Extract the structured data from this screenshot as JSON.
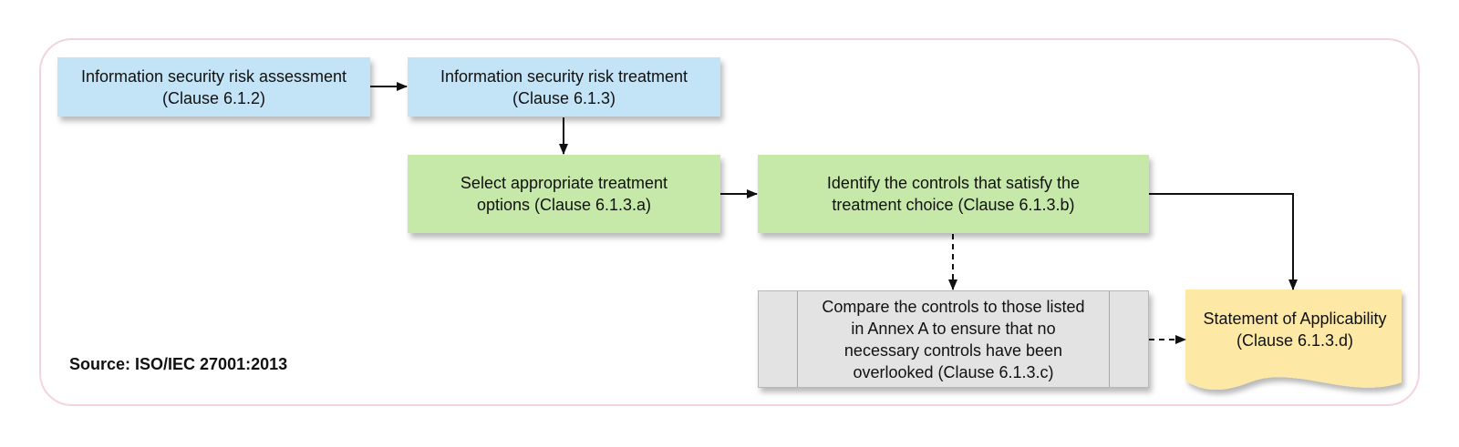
{
  "diagram": {
    "boxes": {
      "risk_assessment": {
        "line1": "Information security risk assessment",
        "line2": "(Clause 6.1.2)"
      },
      "risk_treatment": {
        "line1": "Information security risk treatment",
        "line2": "(Clause 6.1.3)"
      },
      "select_options": {
        "line1": "Select appropriate treatment",
        "line2": "options (Clause 6.1.3.a)"
      },
      "identify_controls": {
        "line1": "Identify the controls that satisfy the",
        "line2": "treatment choice (Clause 6.1.3.b)"
      },
      "compare_controls": {
        "line1": "Compare the controls to those listed",
        "line2": "in Annex A to ensure that no",
        "line3": "necessary controls have been",
        "line4": "overlooked (Clause 6.1.3.c)"
      },
      "statement": {
        "line1": "Statement of Applicability",
        "line2": "(Clause 6.1.3.d)"
      }
    },
    "source": "Source: ISO/IEC 27001:2013",
    "colors": {
      "blue": "#c3e4f7",
      "green": "#c6e8a9",
      "grey": "#e3e3e3",
      "document": "#fde8a6",
      "frame": "#f4d4dc"
    }
  }
}
